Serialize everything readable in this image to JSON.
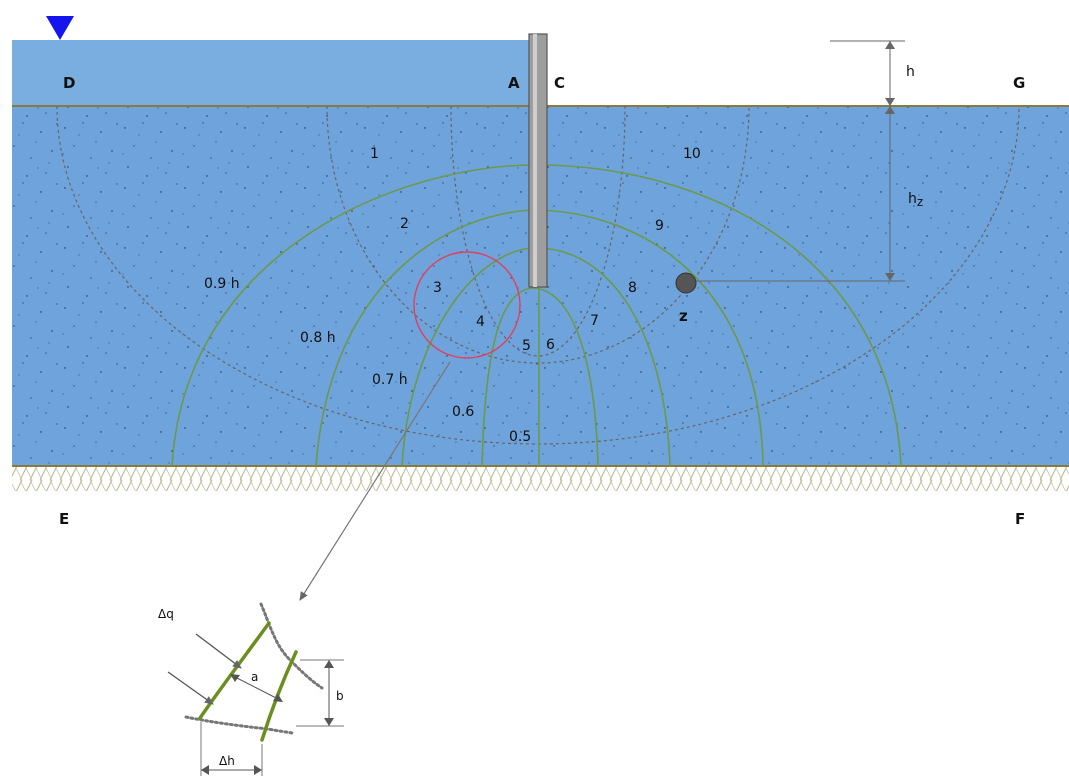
{
  "points": {
    "D": "D",
    "A": "A",
    "C": "C",
    "G": "G",
    "E": "E",
    "F": "F",
    "z": "z"
  },
  "dimensions": {
    "h": "h",
    "hz": "h",
    "hz_sub": "z"
  },
  "flow_channels": [
    "1",
    "2",
    "3",
    "4",
    "5",
    "6",
    "7",
    "8",
    "9",
    "10"
  ],
  "potential_labels": [
    "0.9 h",
    "0.8 h",
    "0.7 h",
    "0.6",
    "0.5"
  ],
  "detail": {
    "dq": "Δq",
    "a": "a",
    "b": "b",
    "dh": "Δh"
  },
  "colors": {
    "water": "#7aaee0",
    "soil": "#6fa3dc",
    "flow_line": "#6b9a4a",
    "equipotential": "#666666",
    "sheet_pile": "#9e9e9e",
    "highlight_circle": "#e0405a",
    "water_marker": "#1515ee",
    "ground_line": "#8a7a3c",
    "detail_flow": "#6a8f1e"
  }
}
